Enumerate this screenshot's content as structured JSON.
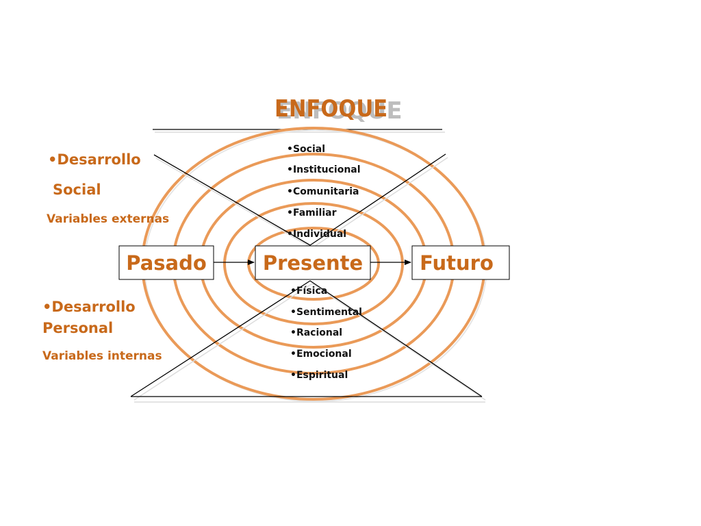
{
  "title": "ENFOQUE",
  "timeline": {
    "past": "Pasado",
    "present": "Presente",
    "future": "Futuro"
  },
  "left_top": {
    "line1": "•Desarrollo",
    "line2": "Social",
    "line3": "Variables externas"
  },
  "left_bottom": {
    "line1": "•Desarrollo",
    "line2": "Personal",
    "line3": "Variables internas"
  },
  "external_list": [
    "•Social",
    "•Institucional",
    "•Comunitaria",
    "•Familiar",
    "•Individual"
  ],
  "internal_list": [
    "•Física",
    "•Sentimental",
    "•Racional",
    "•Emocional",
    "•Espiritual"
  ],
  "colors": {
    "accent_text": "#c8691a",
    "ring_stroke": "#ea9a58",
    "line": "#000000"
  }
}
